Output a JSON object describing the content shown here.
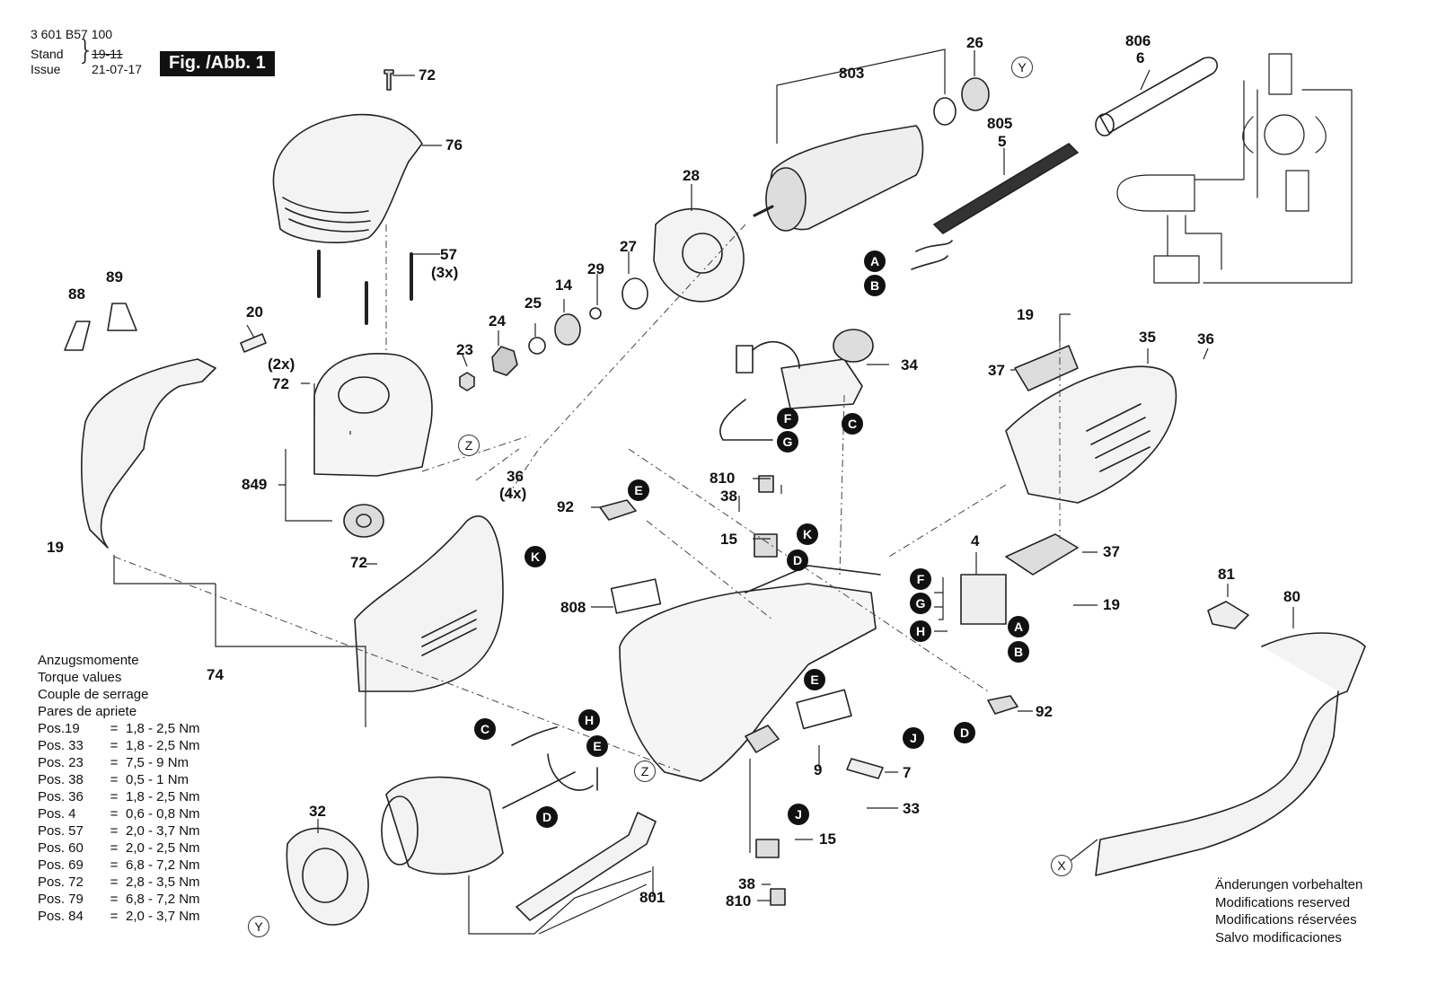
{
  "header": {
    "doc_number": "3 601 B57 100",
    "stand_label": "Stand",
    "issue_label": "Issue",
    "stand_value": "19-11",
    "issue_value": "21-07-17",
    "figure_label": "Fig. /Abb. 1"
  },
  "torque": {
    "titles": [
      "Anzugsmomente",
      "Torque values",
      "Couple de serrage",
      "Pares de apriete"
    ],
    "rows": [
      {
        "pos": "Pos.19",
        "eq": "=",
        "val": "1,8 - 2,5 Nm"
      },
      {
        "pos": "Pos. 33",
        "eq": "=",
        "val": "1,8 - 2,5 Nm"
      },
      {
        "pos": "Pos. 23",
        "eq": "=",
        "val": "7,5 - 9 Nm"
      },
      {
        "pos": "Pos. 38",
        "eq": "=",
        "val": "0,5 - 1 Nm"
      },
      {
        "pos": "Pos. 36",
        "eq": "=",
        "val": "1,8 - 2,5 Nm"
      },
      {
        "pos": "Pos. 4",
        "eq": "=",
        "val": "0,6 - 0,8 Nm"
      },
      {
        "pos": "Pos. 57",
        "eq": "=",
        "val": "2,0 - 3,7 Nm"
      },
      {
        "pos": "Pos. 60",
        "eq": "=",
        "val": "2,0 - 2,5 Nm"
      },
      {
        "pos": "Pos. 69",
        "eq": "=",
        "val": "6,8 - 7,2 Nm"
      },
      {
        "pos": "Pos. 72",
        "eq": "=",
        "val": "2,8 - 3,5 Nm"
      },
      {
        "pos": "Pos. 79",
        "eq": "=",
        "val": "6,8 - 7,2 Nm"
      },
      {
        "pos": "Pos. 84",
        "eq": "=",
        "val": "2,0 - 3,7 Nm"
      }
    ]
  },
  "notes": [
    "Änderungen vorbehalten",
    "Modifications reserved",
    "Modifications réservées",
    "Salvo modificaciones"
  ],
  "parts": {
    "p72a": "72",
    "p76": "76",
    "p57": "57",
    "p57q": "(3x)",
    "p88": "88",
    "p89": "89",
    "p20": "20",
    "p2x": "(2x)",
    "p72b": "72",
    "p849": "849",
    "p36a": "36",
    "p36q": "(4x)",
    "p19a": "19",
    "p72c": "72",
    "p74": "74",
    "p23": "23",
    "p24": "24",
    "p25": "25",
    "p14": "14",
    "p29": "29",
    "p27": "27",
    "p28": "28",
    "p803": "803",
    "p26": "26",
    "p806": "806",
    "p6": "6",
    "p805": "805",
    "p5": "5",
    "p19b": "19",
    "p35": "35",
    "p36b": "36",
    "p37a": "37",
    "p34": "34",
    "p810a": "810",
    "p38a": "38",
    "p15a": "15",
    "p92a": "92",
    "p808": "808",
    "p4": "4",
    "p37b": "37",
    "p19c": "19",
    "p81": "81",
    "p80": "80",
    "p92b": "92",
    "p9": "9",
    "p7": "7",
    "p33": "33",
    "p15b": "15",
    "p38b": "38",
    "p810b": "810",
    "p801": "801",
    "p32": "32"
  },
  "letters": {
    "A": "A",
    "B": "B",
    "C": "C",
    "D": "D",
    "E": "E",
    "F": "F",
    "G": "G",
    "H": "H",
    "J": "J",
    "K": "K",
    "X": "X",
    "Y": "Y",
    "Z": "Z"
  }
}
